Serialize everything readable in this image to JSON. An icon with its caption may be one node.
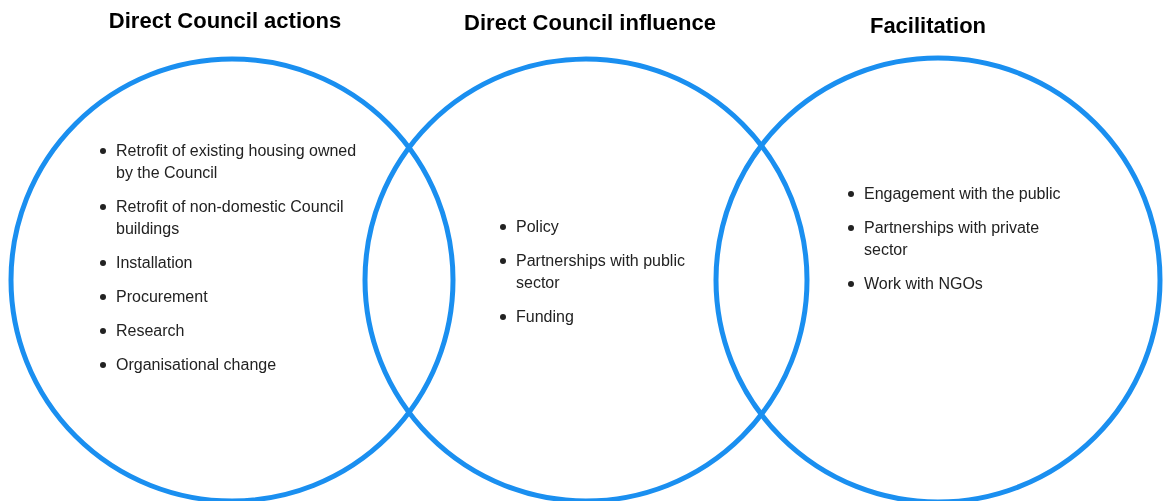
{
  "diagram": {
    "nodes": [
      {
        "text": [
          "Direct Council actions",
          "Retrofit of existing housing owned by the Council",
          "Retrofit of non-domestic Council buildings",
          "Installation",
          "Procurement",
          "Research",
          "Organisational change"
        ]
      },
      {
        "text": [
          "Direct Council influence",
          "Policy",
          "Partnerships with public sector",
          "Funding"
        ]
      },
      {
        "text": [
          "Facilitation",
          "Engagement with the public",
          "Partnerships with private sector",
          "Work with NGOs"
        ]
      }
    ],
    "edges": []
  }
}
